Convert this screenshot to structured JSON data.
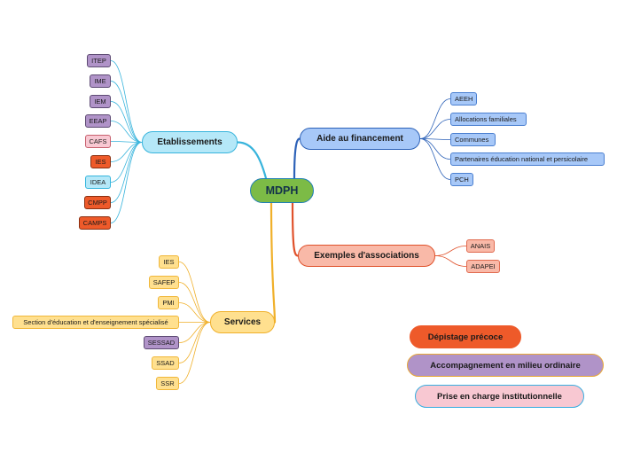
{
  "root": {
    "label": "MDPH"
  },
  "branches": {
    "etablissements": {
      "label": "Etablissements",
      "items": [
        "ITEP",
        "IME",
        "IEM",
        "EEAP",
        "CAFS",
        "IES",
        "IDEA",
        "CMPP",
        "CAMPS"
      ]
    },
    "aide": {
      "label": "Aide au financement",
      "items": [
        "AEEH",
        "Allocations familiales",
        "Communes",
        "Partenaires éducation national et persicolaire",
        "PCH"
      ]
    },
    "exemples": {
      "label": "Exemples d'associations",
      "items": [
        "ANAIS",
        "ADAPEI"
      ]
    },
    "services": {
      "label": "Services",
      "items": [
        "IES",
        "SAFEP",
        "PMI",
        "Section d'éducation et d'enseignement spécialisé",
        "SESSAD",
        "SSAD",
        "SSR"
      ]
    }
  },
  "legend": {
    "items": [
      "Dépistage précoce",
      "Accompagnement en milieu ordinaire",
      "Prise en charge institutionnelle"
    ]
  },
  "colors": {
    "root_fill": "#7cbb46",
    "etablissements_line": "#38b4dc",
    "aide_line": "#2d62b8",
    "exemples_line": "#e0522c",
    "services_line": "#f0b02a",
    "depistage": "#ee5a2a",
    "accompagnement": "#b093c8",
    "prise_en_charge": "#f8c8d2"
  }
}
